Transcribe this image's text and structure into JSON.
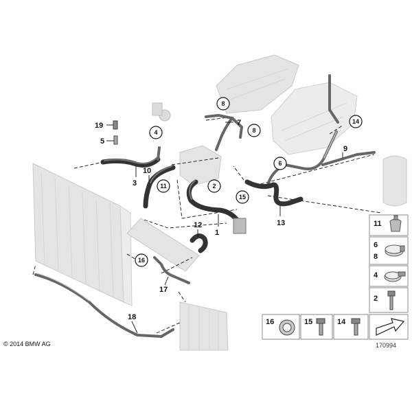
{
  "copyright": "© 2014 BMW AG",
  "diagram_number": "170994",
  "part_labels": {
    "p1": "1",
    "p3": "3",
    "p5": "5",
    "p7": "7",
    "p9": "9",
    "p10": "10",
    "p12": "12",
    "p13": "13",
    "p17": "17",
    "p18": "18",
    "p19": "19"
  },
  "circled_labels": {
    "c8a": "8",
    "c8b": "8",
    "c4": "4",
    "c14": "14",
    "c6": "6",
    "c11": "11",
    "c2": "2",
    "c15": "15",
    "c16": "16"
  },
  "legend": {
    "l11": "11",
    "l6": "6",
    "l8": "8",
    "l4": "4",
    "l2": "2",
    "l16": "16",
    "l15": "15",
    "l14": "14"
  },
  "icons": {
    "hose_clamp_spring": "spring-clamp-icon",
    "band_clamp": "band-clamp-icon",
    "worm_clamp": "worm-clamp-icon",
    "bolt": "bolt-icon",
    "grommet": "grommet-icon",
    "arrow": "direction-arrow-icon"
  }
}
